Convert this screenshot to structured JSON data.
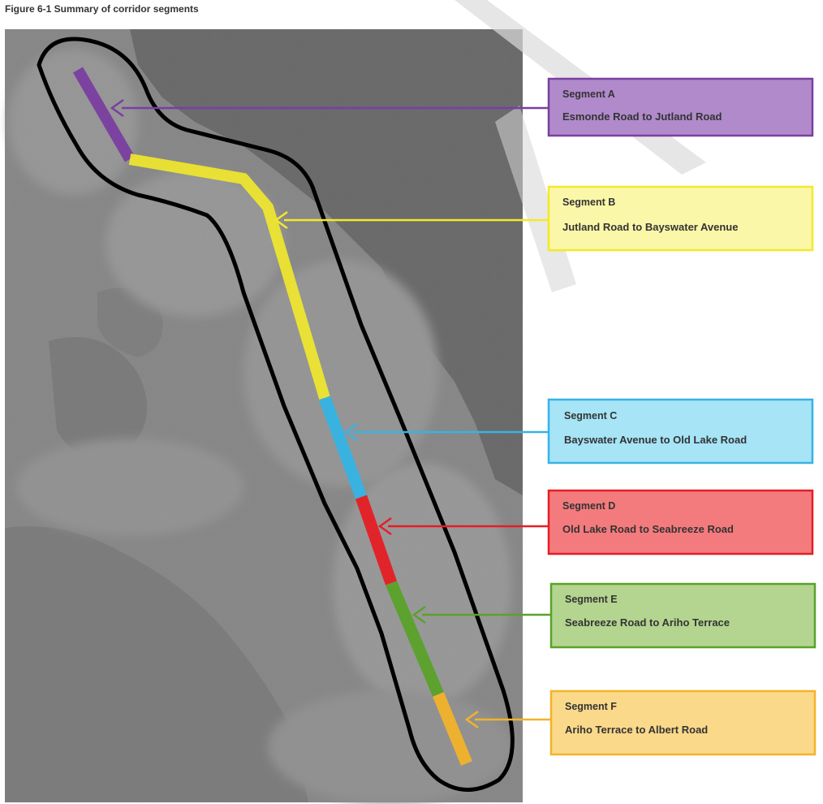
{
  "figure": {
    "caption": "Figure 6-1 Summary of corridor segments"
  },
  "segments": [
    {
      "id": "A",
      "title": "Segment A",
      "description": "Esmonde Road to Jutland Road",
      "color": "#7a3fa0",
      "fill": "#b08acb"
    },
    {
      "id": "B",
      "title": "Segment B",
      "description": "Jutland Road to Bayswater Avenue",
      "color": "#f2e92a",
      "fill": "#fbf7a8"
    },
    {
      "id": "C",
      "title": "Segment C",
      "description": "Bayswater Avenue to Old Lake Road",
      "color": "#36b4e5",
      "fill": "#a6e4f6"
    },
    {
      "id": "D",
      "title": "Segment D",
      "description": "Old Lake Road to Seabreeze Road",
      "color": "#e51e25",
      "fill": "#f47b7d"
    },
    {
      "id": "E",
      "title": "Segment E",
      "description": "Seabreeze Road to Ariho Terrace",
      "color": "#5aa22a",
      "fill": "#b3d58f"
    },
    {
      "id": "F",
      "title": "Segment F",
      "description": "Ariho Terrace to Albert Road",
      "color": "#f2b32a",
      "fill": "#fbd98a"
    }
  ]
}
